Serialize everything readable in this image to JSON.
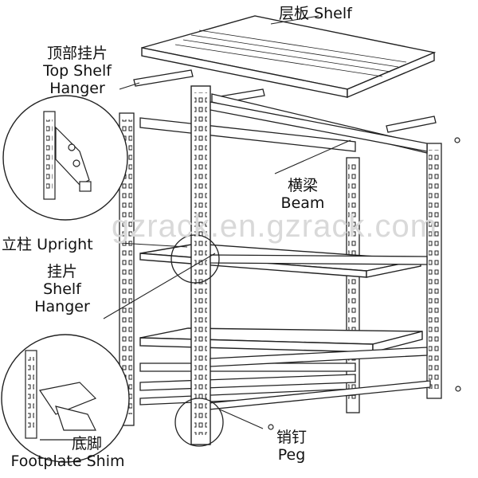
{
  "watermark": "gzrack.en.gzrack.com",
  "labels": {
    "shelf": {
      "cn": "层板",
      "en": "Shelf"
    },
    "top_shelf_hanger": {
      "cn": "顶部挂片",
      "en_line1": "Top Shelf",
      "en_line2": "Hanger"
    },
    "beam": {
      "cn": "横梁",
      "en": "Beam"
    },
    "upright": {
      "cn": "立柱",
      "en": "Upright"
    },
    "shelf_hanger": {
      "cn": "挂片",
      "en_line1": "Shelf",
      "en_line2": "Hanger"
    },
    "footplate_shim": {
      "cn": "底脚",
      "en": "Footplate Shim"
    },
    "peg": {
      "cn": "销钉",
      "en": "Peg"
    }
  },
  "colors": {
    "line": "#222222",
    "fill": "#ffffff",
    "watermark": "#d9d9d9"
  }
}
